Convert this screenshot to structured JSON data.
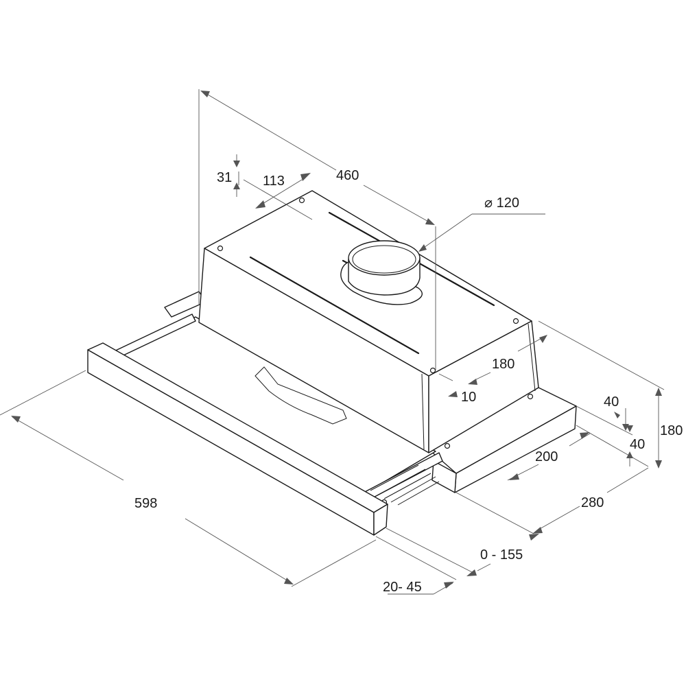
{
  "dimensions": {
    "depth": "460",
    "duct_offset_depth": "113",
    "duct_offset_side": "31",
    "duct_diameter": "⌀ 120",
    "rear_gap": "180",
    "lower_gap": "10",
    "bracket_top": "40",
    "bracket_side": "40",
    "height": "180",
    "bracket_width": "200",
    "body_depth": "280",
    "slide_travel": "0 - 155",
    "front_offset": "20- 45",
    "width": "598"
  }
}
